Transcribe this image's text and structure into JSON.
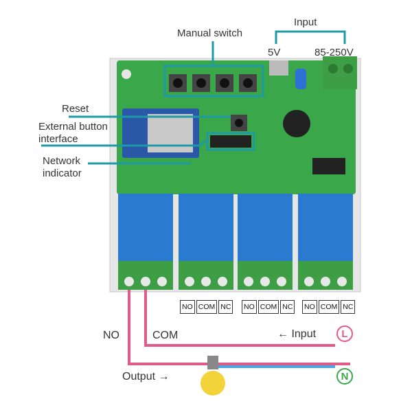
{
  "labels": {
    "manual_switch": "Manual switch",
    "input_top": "Input",
    "v5": "5V",
    "v85_250": "85-250V",
    "reset": "Reset",
    "ext_button_line1": "External button",
    "ext_button_line2": "interface",
    "network_line1": "Network",
    "network_line2": "indicator",
    "no": "NO",
    "com": "COM",
    "input_arrow": "← Input",
    "output_arrow": "Output →",
    "L": "L",
    "N": "N"
  },
  "terminal_groups": [
    {
      "no": "NO",
      "com": "COM",
      "nc": "NC"
    },
    {
      "no": "NO",
      "com": "COM",
      "nc": "NC"
    },
    {
      "no": "NO",
      "com": "COM",
      "nc": "NC"
    }
  ],
  "colors": {
    "pcb_green": "#3aa84a",
    "relay_blue": "#2a7ad0",
    "terminal_green": "#3d9e45",
    "callout_teal": "#1e9aa6",
    "live_wire": "#e05a8a",
    "neutral_wire": "#4aa8dc",
    "L_badge": "#e05a8a",
    "N_badge": "#3aa84a"
  }
}
